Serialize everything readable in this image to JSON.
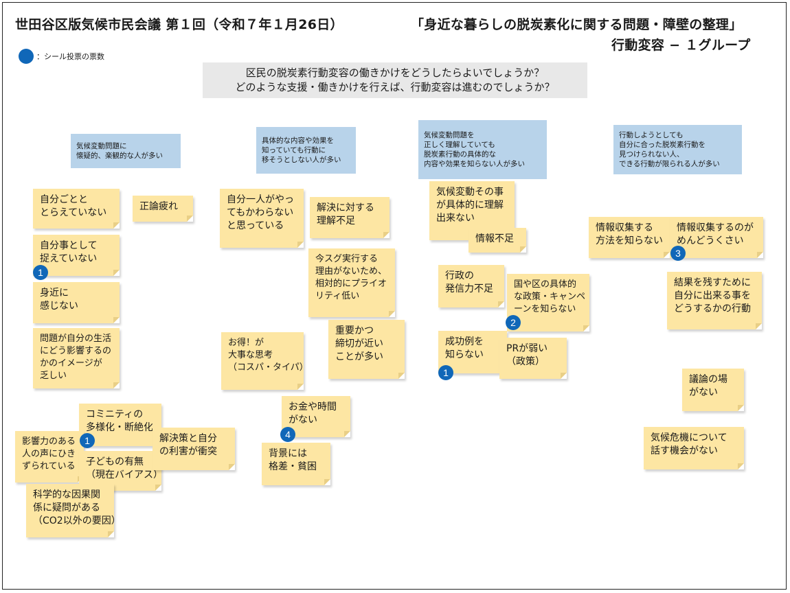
{
  "header": {
    "title_left": "世田谷区版気候市民会議 第１回（令和７年１月26日）",
    "title_right": "「身近な暮らしの脱炭素化に関する問題・障壁の整理」",
    "subtitle": "行動変容 − １グループ"
  },
  "legend": {
    "text": "：シール投票の票数"
  },
  "question": {
    "line1": "区民の脱炭素行動変容の働きかけをどうしたらよいでしょうか？",
    "line2": "どのような支援・働きかけを行えば、行動変容は進むのでしょうか？"
  },
  "categories": [
    {
      "lines": [
        "気候変動問題に",
        "懐疑的、楽観的な人が多い"
      ]
    },
    {
      "lines": [
        "具体的な内容や効果を",
        "知っていても行動に",
        "移そうとしない人が多い"
      ]
    },
    {
      "lines": [
        "気候変動問題を",
        "正しく理解していても",
        "脱炭素行動の具体的な",
        "内容や効果を知らない人が多い"
      ]
    },
    {
      "lines": [
        "行動しようとしても",
        "自分に合った脱炭素行動を",
        "見つけられない人、",
        "できる行動が限られる人が多い"
      ]
    }
  ],
  "notes": {
    "n1": [
      "自分ごとと",
      "とらえていない"
    ],
    "n2": [
      "正論疲れ"
    ],
    "n3": [
      "自分事として",
      "捉えていない"
    ],
    "n4": [
      "身近に",
      "感じない"
    ],
    "n5": [
      "問題が自分の生活",
      "にどう影響するの",
      "かのイメージが",
      "乏しい"
    ],
    "n6": [
      "コミニティの",
      "多様化・断絶化"
    ],
    "n7": [
      "影響力のある",
      "人の声にひき",
      "ずられている"
    ],
    "n8": [
      "子どもの有無",
      "（現在バイアス）"
    ],
    "n9": [
      "解決策と自分",
      "の利害が衝突"
    ],
    "n10": [
      "科学的な因果関",
      "係に疑問がある",
      "（CO2以外の要因）"
    ],
    "n11": [
      "自分一人がやっ",
      "てもかわらない",
      "と思っている"
    ],
    "n12": [
      "解決に対する",
      "理解不足"
    ],
    "n13": [
      "今スグ実行する",
      "理由がないため、",
      "相対的にプライオ",
      "リティ低い"
    ],
    "n14": [
      "重要かつ",
      "締切が近い",
      "ことが多い"
    ],
    "n15": [
      "お得！が",
      "大事な思考",
      "（コスパ・タイパ）"
    ],
    "n16": [
      "お金や時間",
      "がない"
    ],
    "n17": [
      "背景には",
      "格差・貧困"
    ],
    "n18": [
      "気候変動その事",
      "が具体的に理解",
      "出来ない"
    ],
    "n19": [
      "情報不足"
    ],
    "n20": [
      "行政の",
      "発信力不足"
    ],
    "n21": [
      "国や区の具体的",
      "な政策・キャンペ",
      "ーンを知らない"
    ],
    "n22": [
      "成功例を",
      "知らない"
    ],
    "n23": [
      "PRが弱い",
      "（政策）"
    ],
    "n24": [
      "情報収集する",
      "方法を知らない"
    ],
    "n25": [
      "情報収集するのが",
      "めんどうくさい"
    ],
    "n26": [
      "結果を残すために",
      "自分に出来る事を",
      "どうするかの行動"
    ],
    "n27": [
      "議論の場",
      "がない"
    ],
    "n28": [
      "気候危機について",
      "話す機会がない"
    ]
  },
  "votes": {
    "v1": "1",
    "v2": "1",
    "v3": "4",
    "v4": "2",
    "v5": "1",
    "v6": "3"
  },
  "colors": {
    "sticky": "#fde6a3",
    "category": "#b8d3ea",
    "badge": "#1067b8",
    "question_bg": "#e8e8e8"
  }
}
